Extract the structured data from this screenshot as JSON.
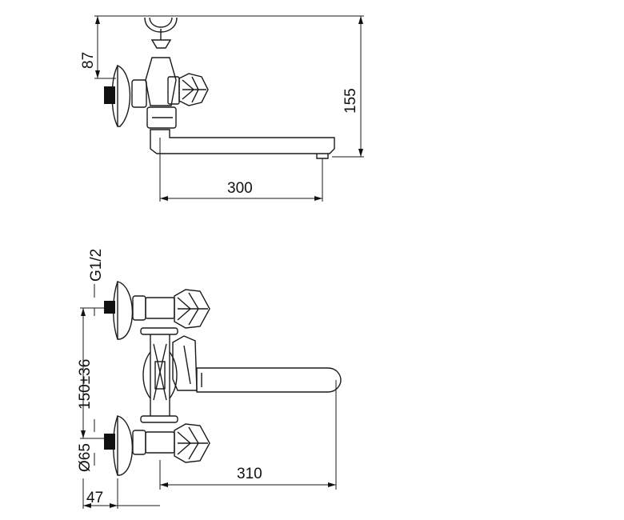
{
  "dimensions": {
    "top_view": {
      "handle_height": "87",
      "total_height": "155",
      "spout_length": "300"
    },
    "front_view": {
      "thread": "G1/2",
      "center_distance": "150±36",
      "flange_diameter": "Ø65",
      "wall_offset": "47",
      "spout_reach": "310"
    }
  }
}
